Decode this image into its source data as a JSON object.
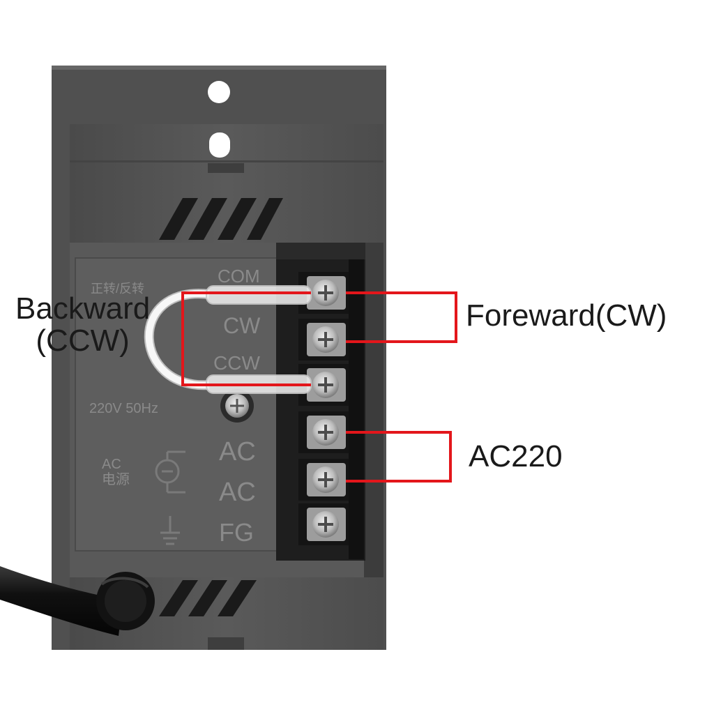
{
  "annotations": {
    "backward_line1": "Backward",
    "backward_line2": "(CCW)",
    "forward": "Foreward(CW)",
    "power": "AC220"
  },
  "panel_labels": {
    "top_terminal": "COM",
    "cw": "CW",
    "ccw": "CCW",
    "voltage": "220V 50Hz",
    "ac1": "AC",
    "ac2": "AC",
    "fg": "FG",
    "ac_power_mark": "AC\n电源",
    "header_chinese": "正转/反转"
  },
  "colors": {
    "callout_box": "#e3161b",
    "housing": "#545454",
    "terminal_block": "#1e1e1e",
    "wire": "#f4f4f4",
    "cable": "#151515"
  },
  "icons": {
    "terminal_screw": "screw-icon",
    "motor_symbol": "motor-symbol-icon",
    "ground_symbol": "ground-icon"
  }
}
